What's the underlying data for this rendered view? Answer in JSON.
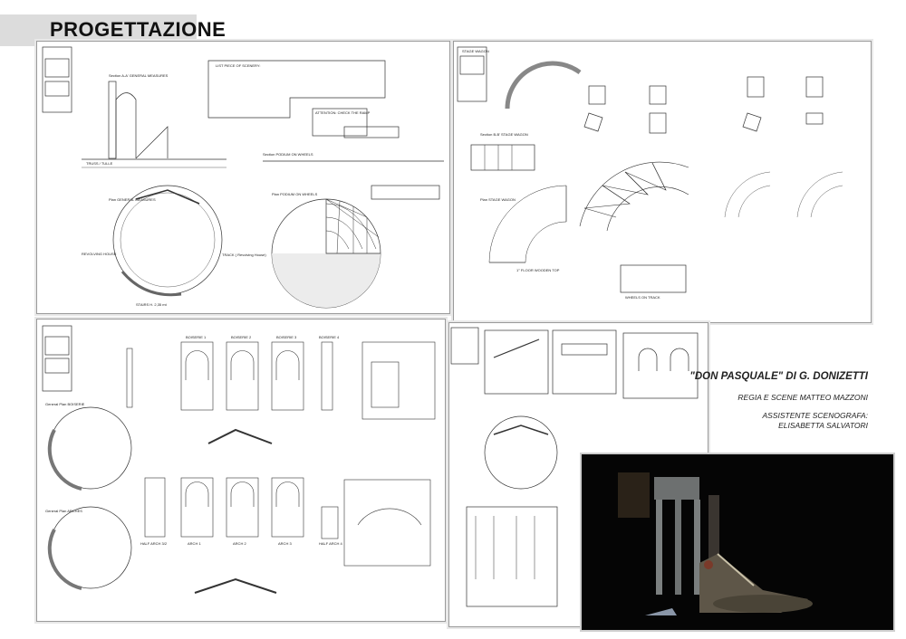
{
  "page": {
    "title": "PROGETTAZIONE"
  },
  "credits": {
    "opera": "\"DON PASQUALE\" DI G. DONIZETTI",
    "direction": "REGIA E SCENE MATTEO MAZZONI",
    "assistant_role": "ASSISTENTE SCENOGRAFA:",
    "assistant_name": "ELISABETTA SALVATORI"
  },
  "sheets": {
    "revolving_house": {
      "section_label": "Section A-A' GENERAL MEASURES",
      "truss_label": "TRUSS / TULLE",
      "plan_label": "Plan GENERAL MEASURES",
      "list_title": "LIST PIECE OF SCENERY:",
      "podium_label": "Plan PODIUM ON WHEELS",
      "podium_section": "Section PODIUM ON WHEELS",
      "revolving_label": "REVOLVING HOUSE",
      "track_label": "TRACK ( Revolving House)",
      "stairs_label": "STAIRS H. 2,35 mt",
      "attention": "ATTENTION: CHECK THE RAMP"
    },
    "stage_wagon": {
      "title": "STAGE WAGON",
      "section_label": "Section B-B' STAGE WAGON",
      "plan_label": "Plan STAGE WAGON",
      "floor_label": "1° FLOOR WOODEN TOP",
      "wheels_label": "WHEELS ON TRACK"
    },
    "boiserie": {
      "items": [
        "BOISERIE 1",
        "BOISERIE 2",
        "BOISERIE 3",
        "BOISERIE 4"
      ],
      "plan_label": "General Plan BOISERIE",
      "arches_plan": "General Plan ARCHES",
      "arches": [
        "HALF ARCH 3/2",
        "ARCH 1",
        "ARCH 2",
        "ARCH 3",
        "HALF ARCH 4"
      ]
    }
  },
  "colors": {
    "band": "#dcdcdc",
    "line": "#333333",
    "photo_bg": "#050505"
  }
}
